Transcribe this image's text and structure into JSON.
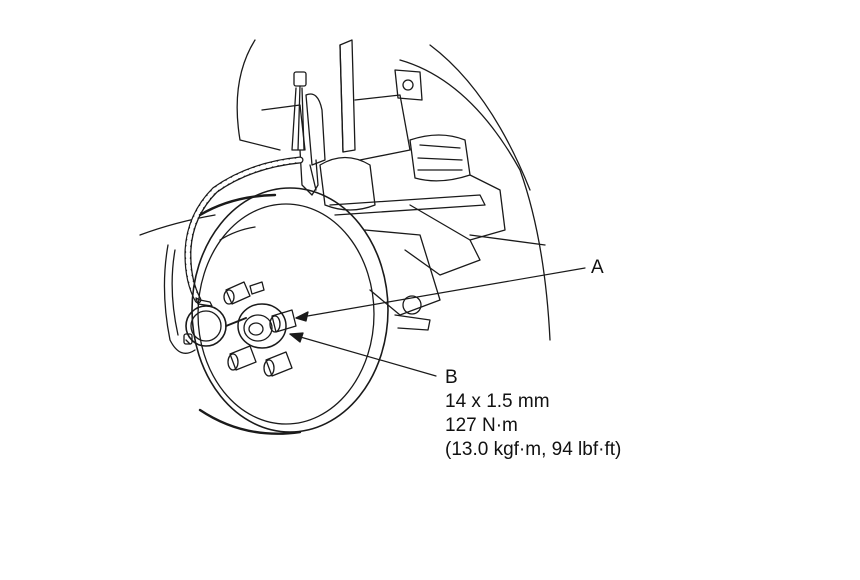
{
  "callout_a": {
    "letter": "A"
  },
  "callout_b": {
    "letter": "B",
    "spec_size": "14 x 1.5 mm",
    "spec_torque": "127 N·m",
    "spec_torque_alt": "(13.0 kgf·m, 94 lbf·ft)"
  },
  "colors": {
    "line": "#1a1a1a",
    "background": "#ffffff"
  }
}
